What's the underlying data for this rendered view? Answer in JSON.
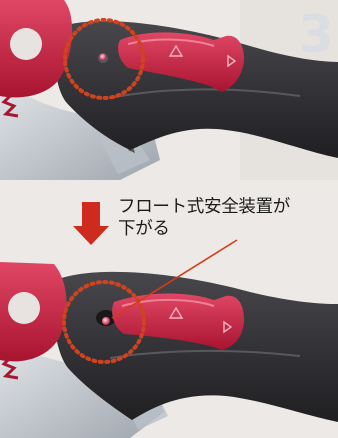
{
  "caption": {
    "line1": "フロート式安全装置が",
    "line2": "下がる"
  },
  "colors": {
    "background": "#ece9e6",
    "pedal_red": "#c81d3f",
    "body_dark": "#2c2b2e",
    "blade_gray": "#c9ced4",
    "highlight_ring": "#d0431f",
    "arrow_red": "#cf2a1e"
  },
  "icons": [
    "triangle-arrow-icon",
    "down-arrow-icon"
  ],
  "panels": {
    "top": {
      "state": "float safety device raised"
    },
    "bottom": {
      "state": "float safety device lowered"
    }
  }
}
